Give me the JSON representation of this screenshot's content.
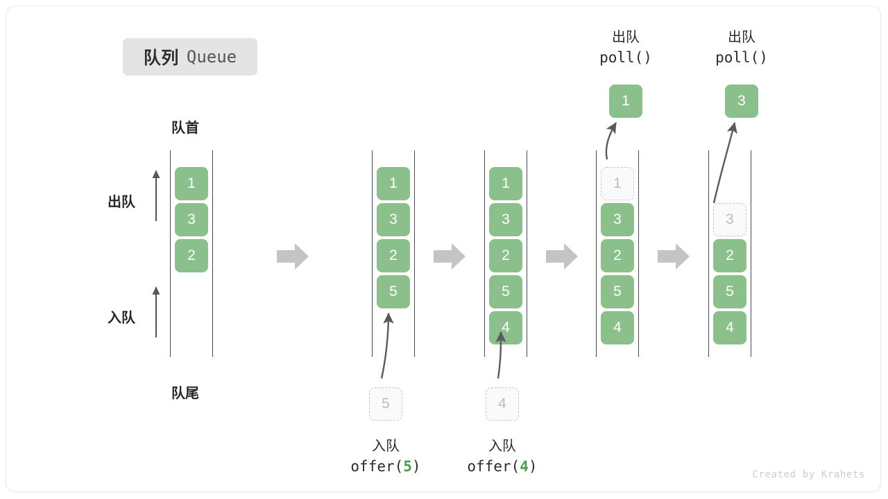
{
  "title": {
    "cn": "队列",
    "en": "Queue"
  },
  "labels": {
    "head": "队首",
    "tail": "队尾",
    "dequeue": "出队",
    "enqueue": "入队"
  },
  "footer": "Created by Krahets",
  "colors": {
    "cell_fill": "#8bbf8b",
    "cell_text": "#ffffff",
    "ghost_border": "#c6c6c6",
    "ghost_text": "#bdbdbd",
    "rail": "#4a4a4a",
    "step_arrow": "#c4c4c4",
    "curve_arrow": "#5a5a5a",
    "badge_bg": "#e4e4e4",
    "accent_green": "#4e9a4e",
    "footer_text": "#cccccc"
  },
  "operations": [
    {
      "id": "offer5",
      "cn": "入队",
      "code_prefix": "offer(",
      "code_num": "5",
      "code_suffix": ")"
    },
    {
      "id": "offer4",
      "cn": "入队",
      "code_prefix": "offer(",
      "code_num": "4",
      "code_suffix": ")"
    },
    {
      "id": "poll1",
      "cn": "出队",
      "code_prefix": "poll(",
      "code_num": "",
      "code_suffix": ")"
    },
    {
      "id": "poll3",
      "cn": "出队",
      "code_prefix": "poll(",
      "code_num": "",
      "code_suffix": ")"
    }
  ],
  "columns": [
    {
      "id": "state-0",
      "cells": [
        {
          "value": "1",
          "state": "filled"
        },
        {
          "value": "3",
          "state": "filled"
        },
        {
          "value": "2",
          "state": "filled"
        }
      ]
    },
    {
      "id": "state-1",
      "cells": [
        {
          "value": "1",
          "state": "filled"
        },
        {
          "value": "3",
          "state": "filled"
        },
        {
          "value": "2",
          "state": "filled"
        },
        {
          "value": "5",
          "state": "filled"
        }
      ]
    },
    {
      "id": "state-2",
      "cells": [
        {
          "value": "1",
          "state": "filled"
        },
        {
          "value": "3",
          "state": "filled"
        },
        {
          "value": "2",
          "state": "filled"
        },
        {
          "value": "5",
          "state": "filled"
        },
        {
          "value": "4",
          "state": "filled"
        }
      ]
    },
    {
      "id": "state-3",
      "cells": [
        {
          "value": "1",
          "state": "ghost"
        },
        {
          "value": "3",
          "state": "filled"
        },
        {
          "value": "2",
          "state": "filled"
        },
        {
          "value": "5",
          "state": "filled"
        },
        {
          "value": "4",
          "state": "filled"
        }
      ]
    },
    {
      "id": "state-4",
      "cells": [
        {
          "value": "",
          "state": "hidden"
        },
        {
          "value": "3",
          "state": "ghost"
        },
        {
          "value": "2",
          "state": "filled"
        },
        {
          "value": "5",
          "state": "filled"
        },
        {
          "value": "4",
          "state": "filled"
        }
      ]
    }
  ],
  "incoming": [
    {
      "id": "incoming-5",
      "value": "5"
    },
    {
      "id": "incoming-4",
      "value": "4"
    }
  ],
  "outgoing": [
    {
      "id": "outgoing-1",
      "value": "1"
    },
    {
      "id": "outgoing-3",
      "value": "3"
    }
  ]
}
